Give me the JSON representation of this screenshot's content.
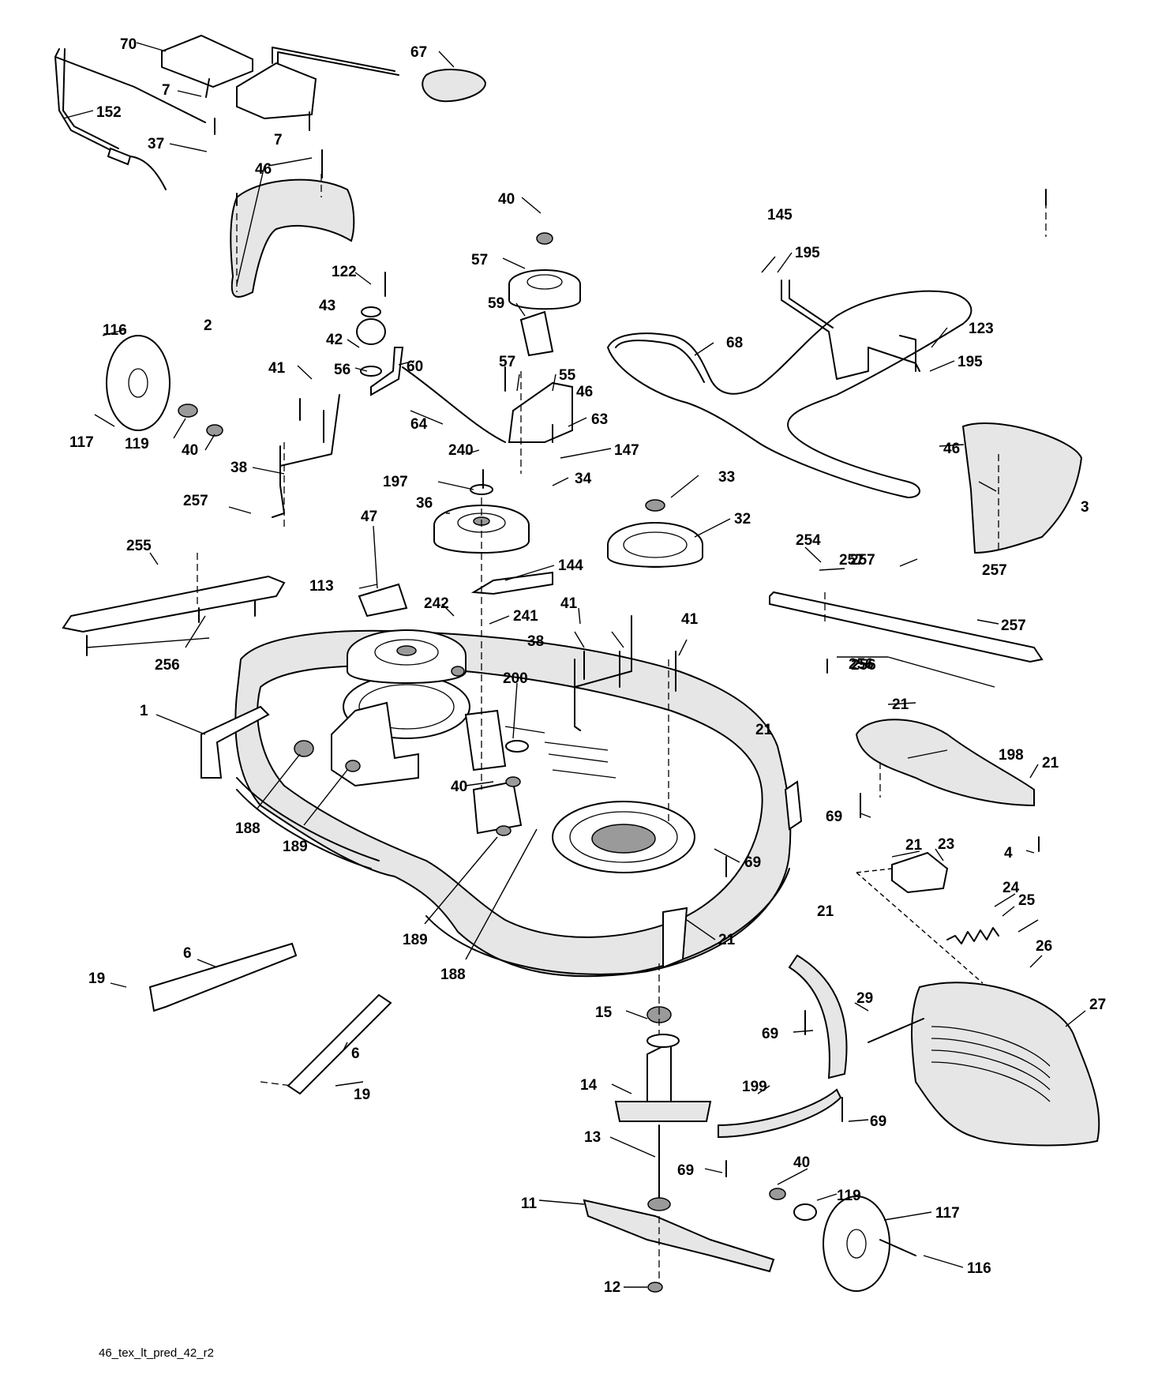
{
  "diagram": {
    "caption": "46_tex_lt_pred_42_r2",
    "callouts": [
      "70",
      "67",
      "7",
      "152",
      "37",
      "46",
      "40",
      "145",
      "195",
      "122",
      "57",
      "59",
      "43",
      "42",
      "56",
      "60",
      "116",
      "41",
      "55",
      "57",
      "46",
      "123",
      "195",
      "68",
      "117",
      "119",
      "40",
      "38",
      "64",
      "63",
      "147",
      "240",
      "34",
      "197",
      "33",
      "36",
      "32",
      "257",
      "3",
      "255",
      "47",
      "144",
      "254",
      "257",
      "113",
      "242",
      "241",
      "41",
      "38",
      "41",
      "257",
      "256",
      "256",
      "200",
      "21",
      "1",
      "198",
      "21",
      "40",
      "21",
      "188",
      "189",
      "69",
      "4",
      "21",
      "23",
      "69",
      "24",
      "25",
      "21",
      "21",
      "189",
      "188",
      "26",
      "19",
      "6",
      "27",
      "15",
      "29",
      "69",
      "6",
      "19",
      "14",
      "199",
      "69",
      "13",
      "69",
      "40",
      "119",
      "11",
      "117",
      "116",
      "12",
      "257",
      "257",
      "256",
      "2",
      "46",
      "7"
    ]
  }
}
